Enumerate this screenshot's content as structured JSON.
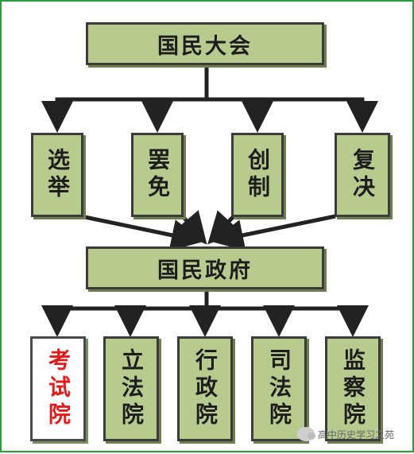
{
  "diagram": {
    "assembly": "国民大会",
    "powers": [
      {
        "id": "election",
        "label": "选举"
      },
      {
        "id": "recall",
        "label": "罢免"
      },
      {
        "id": "initiative",
        "label": "创制"
      },
      {
        "id": "referendum",
        "label": "复决"
      }
    ],
    "government": "国民政府",
    "branches": [
      {
        "id": "examination",
        "label": "考试院",
        "highlight": true
      },
      {
        "id": "legislative",
        "label": "立法院",
        "highlight": false
      },
      {
        "id": "executive",
        "label": "行政院",
        "highlight": false
      },
      {
        "id": "judicial",
        "label": "司法院",
        "highlight": false
      },
      {
        "id": "control",
        "label": "监察院",
        "highlight": false
      }
    ]
  },
  "watermark": "高中历史学习之苑",
  "colors": {
    "box_fill": "#b8cb8e",
    "box_border": "#3b3b3b",
    "highlight_text": "#e01b1b",
    "frame": "#2e9a3e"
  }
}
